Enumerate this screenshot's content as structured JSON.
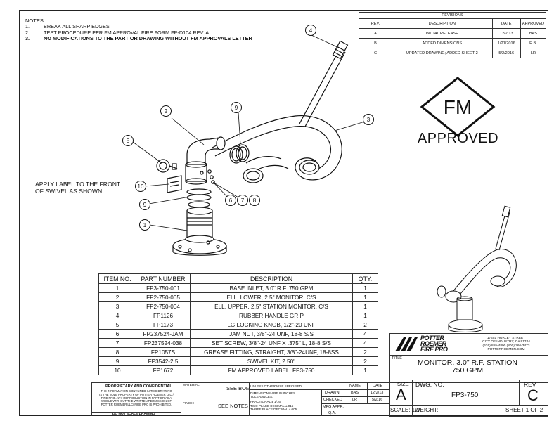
{
  "notes": {
    "heading": "NOTES:",
    "items": [
      {
        "num": "1.",
        "text": "BREAK ALL SHARP EDGES"
      },
      {
        "num": "2.",
        "text": "TEST PROCEDURE PER FM APPROVAL FIRE FORM FP-D104 REV. A"
      },
      {
        "num": "3.",
        "text": "NO MODIFICATIONS TO THE PART OR DRAWING WITHOUT FM APPROVALS LETTER"
      }
    ]
  },
  "revisions": {
    "title": "REVISIONS",
    "headers": [
      "REV.",
      "DESCRIPTION",
      "DATE",
      "APPROVED"
    ],
    "rows": [
      [
        "A",
        "INITIAL RELEASE",
        "12/2/13",
        "BAS"
      ],
      [
        "B",
        "ADDED DIMENSIONS",
        "1/21/2016",
        "E.B."
      ],
      [
        "C",
        "UPDATED DRAWING; ADDED SHEET 2",
        "5/2/2016",
        "LR"
      ]
    ]
  },
  "fm_logo": {
    "mark": "FM",
    "caption": "APPROVED"
  },
  "label_note": {
    "line1": "APPLY LABEL TO THE FRONT",
    "line2": "OF SWIVEL AS SHOWN"
  },
  "balloons": {
    "b1": "1",
    "b2": "2",
    "b3": "3",
    "b4": "4",
    "b5": "5",
    "b6": "6",
    "b7": "7",
    "b8": "8",
    "b9a": "9",
    "b9b": "9",
    "b10": "10"
  },
  "bom": {
    "headers": [
      "ITEM NO.",
      "PART NUMBER",
      "DESCRIPTION",
      "QTY."
    ],
    "rows": [
      [
        "1",
        "FP3-750-001",
        "BASE INLET, 3.0\" R.F. 750 GPM",
        "1"
      ],
      [
        "2",
        "FP2-750-005",
        "ELL, LOWER, 2.5\" MONITOR, C/S",
        "1"
      ],
      [
        "3",
        "FP2-750-004",
        "ELL, UPPER, 2.5\" STATION MONITOR, C/S",
        "1"
      ],
      [
        "4",
        "FP1126",
        "RUBBER HANDLE GRIP",
        "1"
      ],
      [
        "5",
        "FP1173",
        "LG LOCKING KNOB, 1/2\"-20 UNF",
        "2"
      ],
      [
        "6",
        "FP237524-JAM",
        "JAM NUT, 3/8\"-24 UNF, 18-8 S/S",
        "4"
      ],
      [
        "7",
        "FP237524-038",
        "SET SCREW, 3/8\"-24 UNF X .375\" L, 18-8 S/S",
        "4"
      ],
      [
        "8",
        "FP1057S",
        "GREASE FITTING, STRAIGHT, 3/8\"-24UNF, 18-8SS",
        "2"
      ],
      [
        "9",
        "FP3542-2.5",
        "SWIVEL KIT, 2.50\"",
        "2"
      ],
      [
        "10",
        "FP1672",
        "FM APPROVED LABEL, FP3-750",
        "1"
      ]
    ]
  },
  "title_block": {
    "proprietary_title": "PROPRIETARY AND CONFIDENTIAL",
    "proprietary_text": [
      "THE INFORMATION CONTAINED IN THIS DRAWING",
      "IS THE SOLE PROPERTY OF POTTER ROEMER LLC /",
      "FIRE PRO. ANY REPRODUCTION IN PART OR AS A",
      "WHOLE WITHOUT THE WRITTEN PERMISSION OF",
      "POTTER ROEMER LLC/ FIRE PRO IS PROHIBITED."
    ],
    "do_not_scale": "DO NOT SCALE DRAWING",
    "material_label": "MATERIAL",
    "material_value": "SEE BOM",
    "finish_label": "FINISH",
    "finish_value": "SEE NOTES",
    "unless": "UNLESS OTHERWISE SPECIFIED:",
    "dims": [
      "DIMENSIONS ARE IN INCHES",
      "TOLERANCES:"
    ],
    "fractional": "FRACTIONAL ± 1/16",
    "two_place": "TWO PLACE DECIMAL  ±.015",
    "three_place": "THREE PLACE DECIMAL  ±.005",
    "name_header": "NAME",
    "date_header": "DATE",
    "drawn_label": "DRAWN",
    "drawn_name": "BAS",
    "drawn_date": "12/2/13",
    "checked_label": "CHECKED",
    "checked_name": "LR",
    "checked_date": "5/2/16",
    "mfg_label": "MFG APPR.",
    "qa_label": "Q.A.",
    "company_logo": [
      "POTTER",
      "ROEMER",
      "FIRE PRO"
    ],
    "address": [
      "17451 HURLEY STREET",
      "CITY OF INDUSTRY, CA 91744",
      "(626) 855-4890    (800) 366-3473",
      "POTTERROEMER.COM"
    ],
    "title_label": "TITLE",
    "title_line1": "MONITOR, 3.0\" R.F. STATION",
    "title_line2": "750 GPM",
    "size_label": "SIZE",
    "size_value": "A",
    "dwg_label": "DWG.  NO.",
    "dwg_value": "FP3-750",
    "rev_label": "REV",
    "rev_value": "C",
    "scale": "SCALE: 1:9",
    "weight": "WEIGHT:",
    "sheet": "SHEET 1 OF 2"
  }
}
